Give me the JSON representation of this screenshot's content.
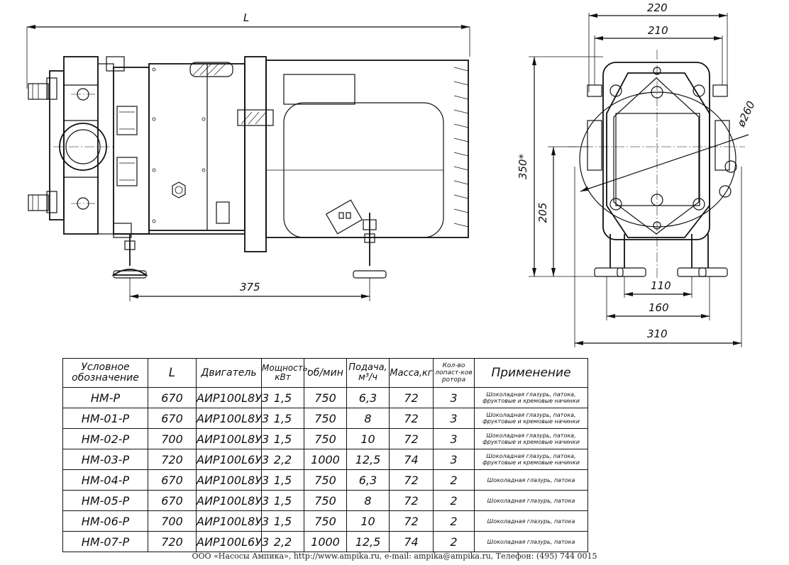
{
  "dimensions": {
    "length": "L",
    "base_length": "375",
    "width_outer": "220",
    "width_inner": "210",
    "diameter": "ø260",
    "height_total": "350*",
    "height_axis": "205",
    "foot_spacing_inner": "110",
    "foot_spacing_mid": "160",
    "base_width": "310"
  },
  "table": {
    "headers": [
      "Условное обозначение",
      "L",
      "Двигатель",
      "Мощность, кВт",
      "об/мин",
      "Подача, м³/ч",
      "Масса,кг",
      "Кол-во лопаст-ков ротора",
      "Применение"
    ],
    "rows": [
      [
        "НМ-Р",
        "670",
        "АИР100L8У3",
        "1,5",
        "750",
        "6,3",
        "72",
        "3",
        "Шоколадная глазурь, патока, фруктовые и кремовые начинки"
      ],
      [
        "НМ-01-Р",
        "670",
        "АИР100L8У3",
        "1,5",
        "750",
        "8",
        "72",
        "3",
        "Шоколадная глазурь, патока, фруктовые и кремовые начинки"
      ],
      [
        "НМ-02-Р",
        "700",
        "АИР100L8У3",
        "1,5",
        "750",
        "10",
        "72",
        "3",
        "Шоколадная глазурь, патока, фруктовые и кремовые начинки"
      ],
      [
        "НМ-03-Р",
        "720",
        "АИР100L6У3",
        "2,2",
        "1000",
        "12,5",
        "74",
        "3",
        "Шоколадная глазурь, патока, фруктовые и кремовые начинки"
      ],
      [
        "НМ-04-Р",
        "670",
        "АИР100L8У3",
        "1,5",
        "750",
        "6,3",
        "72",
        "2",
        "Шоколадная глазурь, патока"
      ],
      [
        "НМ-05-Р",
        "670",
        "АИР100L8У3",
        "1,5",
        "750",
        "8",
        "72",
        "2",
        "Шоколадная глазурь, патока"
      ],
      [
        "НМ-06-Р",
        "700",
        "АИР100L8У3",
        "1,5",
        "750",
        "10",
        "72",
        "2",
        "Шоколадная глазурь, патока"
      ],
      [
        "НМ-07-Р",
        "720",
        "АИР100L6У3",
        "2,2",
        "1000",
        "12,5",
        "74",
        "2",
        "Шоколадная глазурь, патока"
      ]
    ]
  },
  "footer": "ООО «Насосы Ампика», http://www.ampika.ru, e-mail: ampika@ampika.ru, Телефон: (495) 744 0015"
}
